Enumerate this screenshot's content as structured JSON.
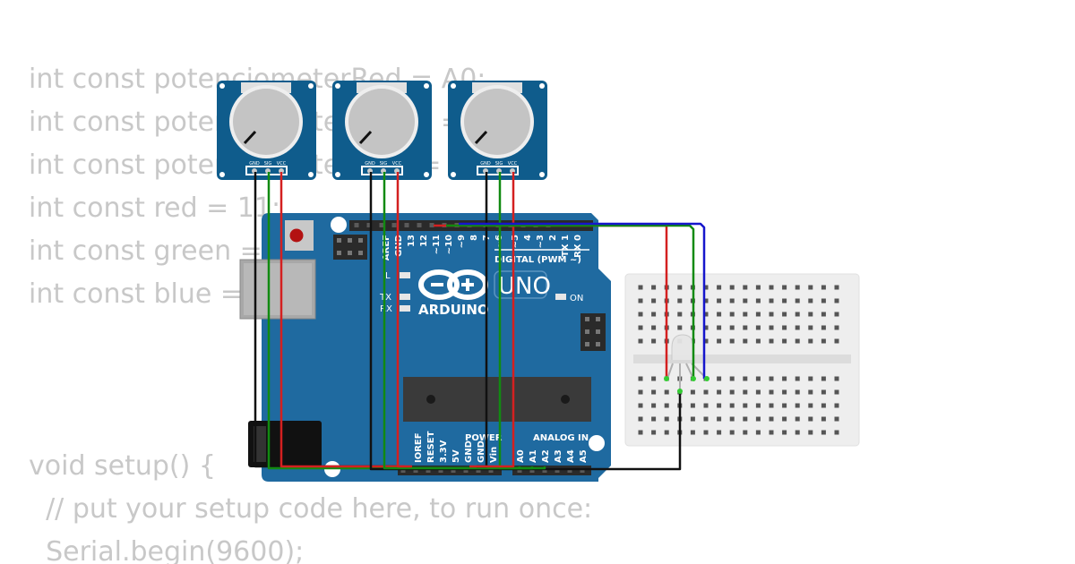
{
  "code": {
    "lines": [
      "int const potenciometerRed = A0;",
      "int const potenciometerGreen = A1;",
      "int const potenciometerBlue = A2;",
      "int const red = 11;",
      "int const green = 10;",
      "int const blue = 9;",
      "",
      "",
      "void setup() {",
      "  // put your setup code here, to run once:",
      "  Serial.begin(9600);"
    ]
  },
  "potentiometers": [
    {
      "pin_labels": [
        "GND",
        "SIG",
        "VCC"
      ]
    },
    {
      "pin_labels": [
        "GND",
        "SIG",
        "VCC"
      ]
    },
    {
      "pin_labels": [
        "GND",
        "SIG",
        "VCC"
      ]
    }
  ],
  "arduino": {
    "brand": "ARDUINO",
    "model": "UNO",
    "digital_label": "DIGITAL (PWM ~)",
    "power_label": "POWER",
    "analog_label": "ANALOG IN",
    "on_label": "ON",
    "led_l_label": "L",
    "tx_label": "TX",
    "rx_label": "RX",
    "digital_pins": [
      "AREF",
      "GND",
      "13",
      "12",
      "~11",
      "~10",
      "~9",
      "8",
      "7",
      "~6",
      "~5",
      "4",
      "~3",
      "2",
      "TX 1",
      "RX 0"
    ],
    "power_pins": [
      "IOREF",
      "RESET",
      "3.3V",
      "5V",
      "GND",
      "GND",
      "Vin"
    ],
    "analog_pins": [
      "A0",
      "A1",
      "A2",
      "A3",
      "A4",
      "A5"
    ]
  },
  "colors": {
    "board": "#1f6aa0",
    "pot_board": "#0f5c8c",
    "wire_red": "#d42020",
    "wire_green": "#118a11",
    "wire_blue": "#1616cc",
    "wire_black": "#111111",
    "breadboard": "#eeeeee",
    "code_text": "#c8c8c8"
  }
}
